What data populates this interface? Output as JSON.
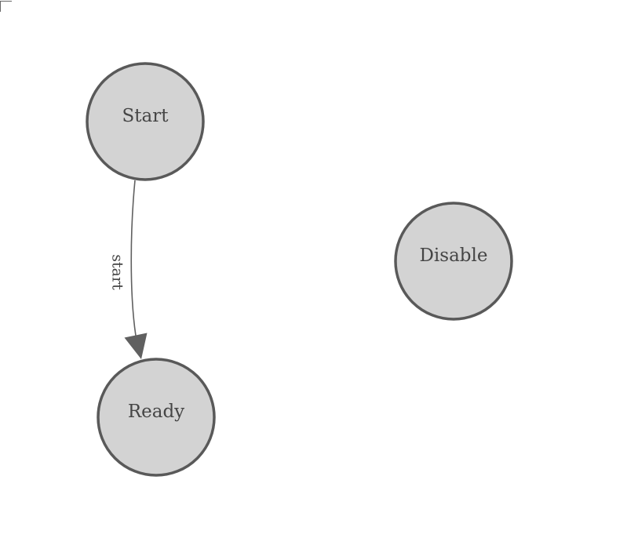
{
  "diagram": {
    "nodes": [
      {
        "id": "start",
        "label": "Start"
      },
      {
        "id": "ready",
        "label": "Ready"
      },
      {
        "id": "disable",
        "label": "Disable"
      }
    ],
    "edges": [
      {
        "from": "Start",
        "to": "Ready",
        "label": "start"
      }
    ]
  },
  "colors": {
    "background": "#ffffff",
    "node_fill": "#d3d3d3",
    "node_stroke": "#595959",
    "node_text": "#454545",
    "edge_stroke": "#606060",
    "edge_label": "#454545",
    "corner_mark": "#666666"
  }
}
